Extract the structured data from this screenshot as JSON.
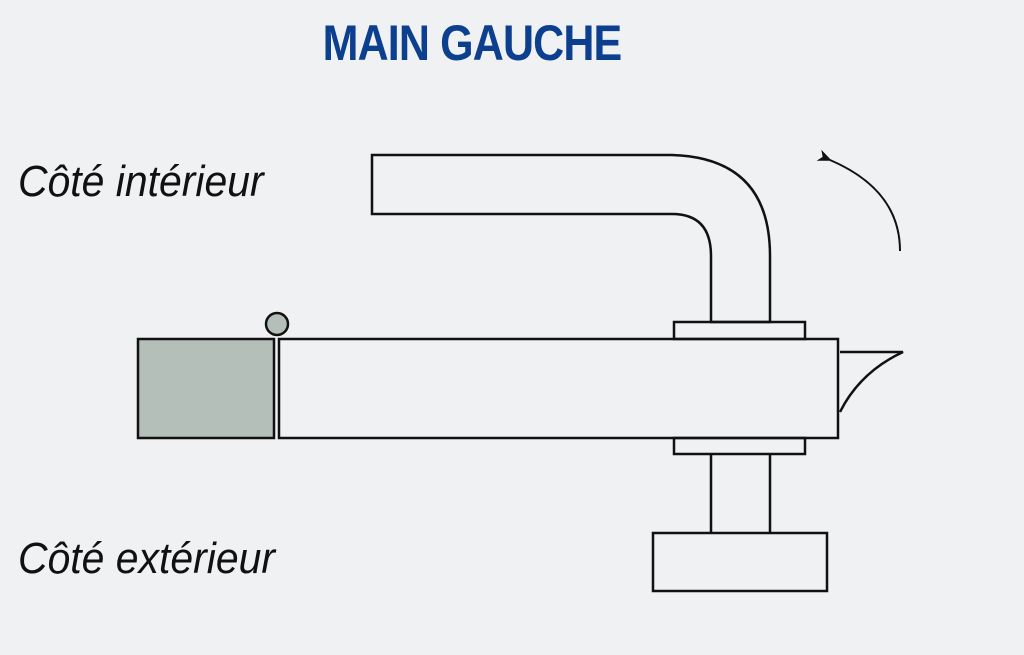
{
  "title": "MAIN GAUCHE",
  "labels": {
    "inside": "Côté intérieur",
    "outside": "Côté extérieur"
  },
  "colors": {
    "title": "#0d3f8f",
    "stroke": "#111111",
    "cylinder_fill": "#b4bfba",
    "background": "#eff1f3"
  },
  "icons": {
    "rotation_arrow": "curved-arrow-icon"
  }
}
